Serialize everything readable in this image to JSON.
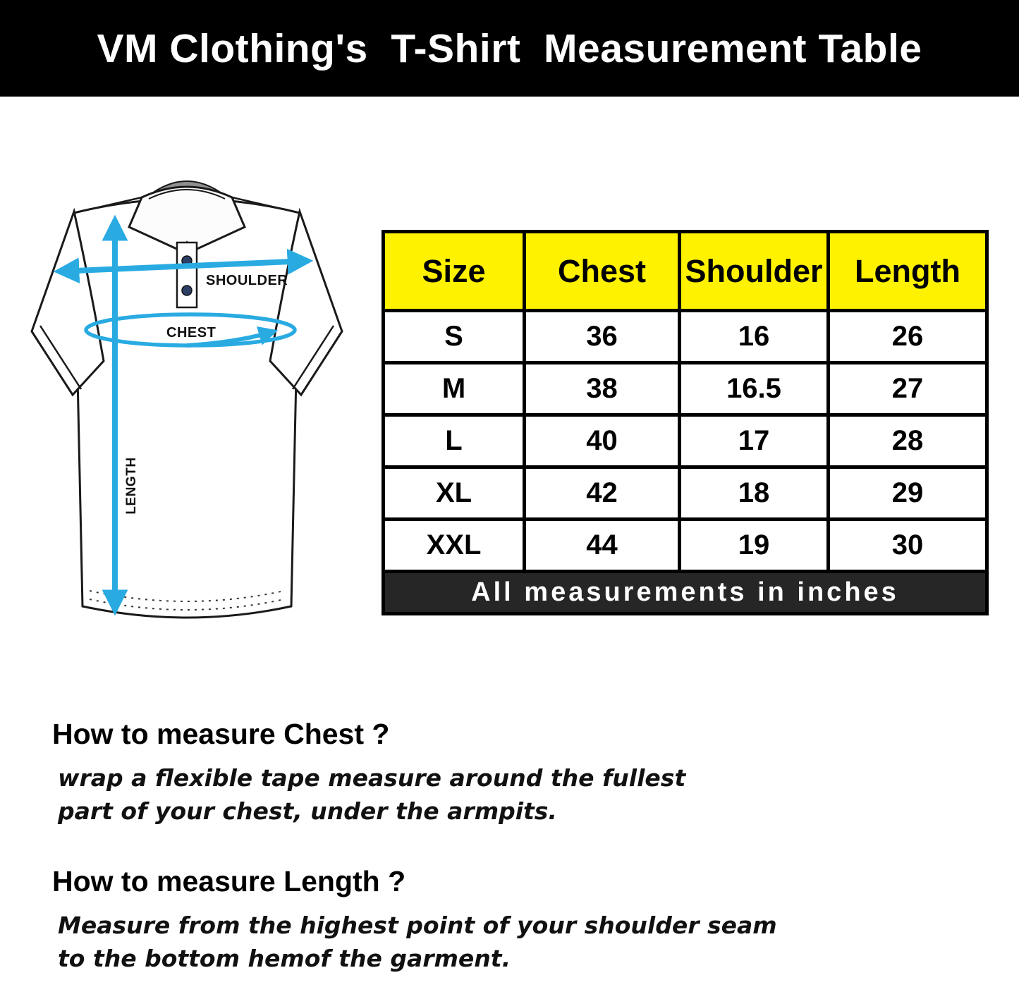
{
  "banner": {
    "title": "VM Clothing's  T-Shirt  Measurement Table"
  },
  "diagram": {
    "arrow_color": "#29ABE2",
    "labels": {
      "shoulder": "SHOULDER",
      "chest": "CHEST",
      "length": "LENGTH"
    }
  },
  "chart_data": {
    "type": "table",
    "title": "VM Clothing's T-Shirt Measurement Table",
    "columns": [
      "Size",
      "Chest",
      "Shoulder",
      "Length"
    ],
    "rows": [
      [
        "S",
        "36",
        "16",
        "26"
      ],
      [
        "M",
        "38",
        "16.5",
        "27"
      ],
      [
        "L",
        "40",
        "17",
        "28"
      ],
      [
        "XL",
        "42",
        "18",
        "29"
      ],
      [
        "XXL",
        "44",
        "19",
        "30"
      ]
    ],
    "footer_note": "All measurements in inches",
    "units": "inches",
    "header_bg": "#FFF200",
    "footer_bg": "#262626"
  },
  "instructions": [
    {
      "heading": "How to measure Chest ?",
      "lines": [
        "wrap a flexible tape measure around the fullest",
        "part of your chest, under the armpits."
      ]
    },
    {
      "heading": "How to measure Length ?",
      "lines": [
        "Measure from the highest point of your shoulder seam",
        "to the bottom hemof the garment."
      ]
    }
  ]
}
